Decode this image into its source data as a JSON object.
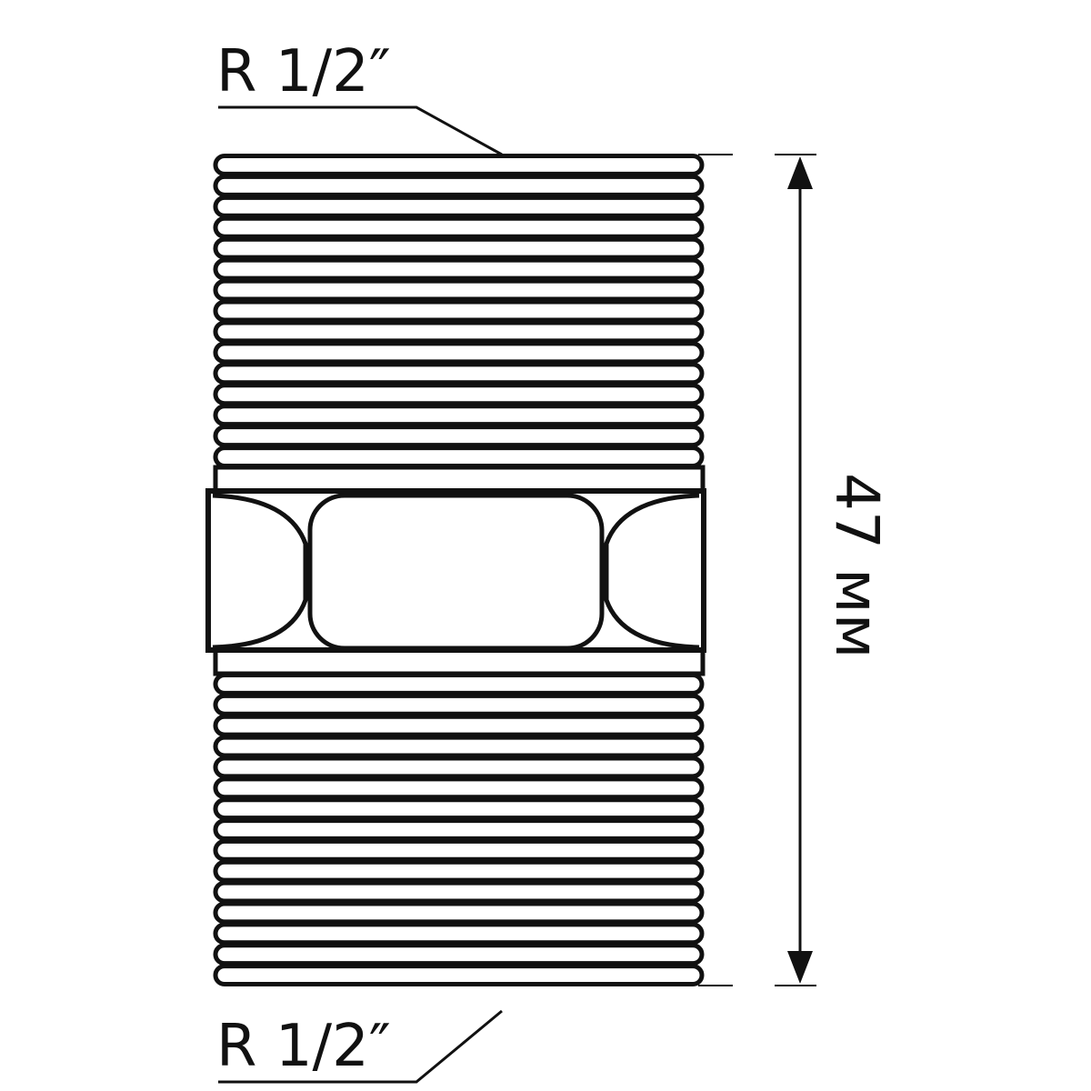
{
  "drawing": {
    "thread_top_label": "R 1/2″",
    "thread_bottom_label": "R 1/2″",
    "length_label": "47 мм"
  },
  "colors": {
    "line": "#111111",
    "background": "#ffffff"
  },
  "icons": {
    "hex-nut": "hexagon body with flats",
    "dimension-arrow": "double-headed arrow"
  }
}
